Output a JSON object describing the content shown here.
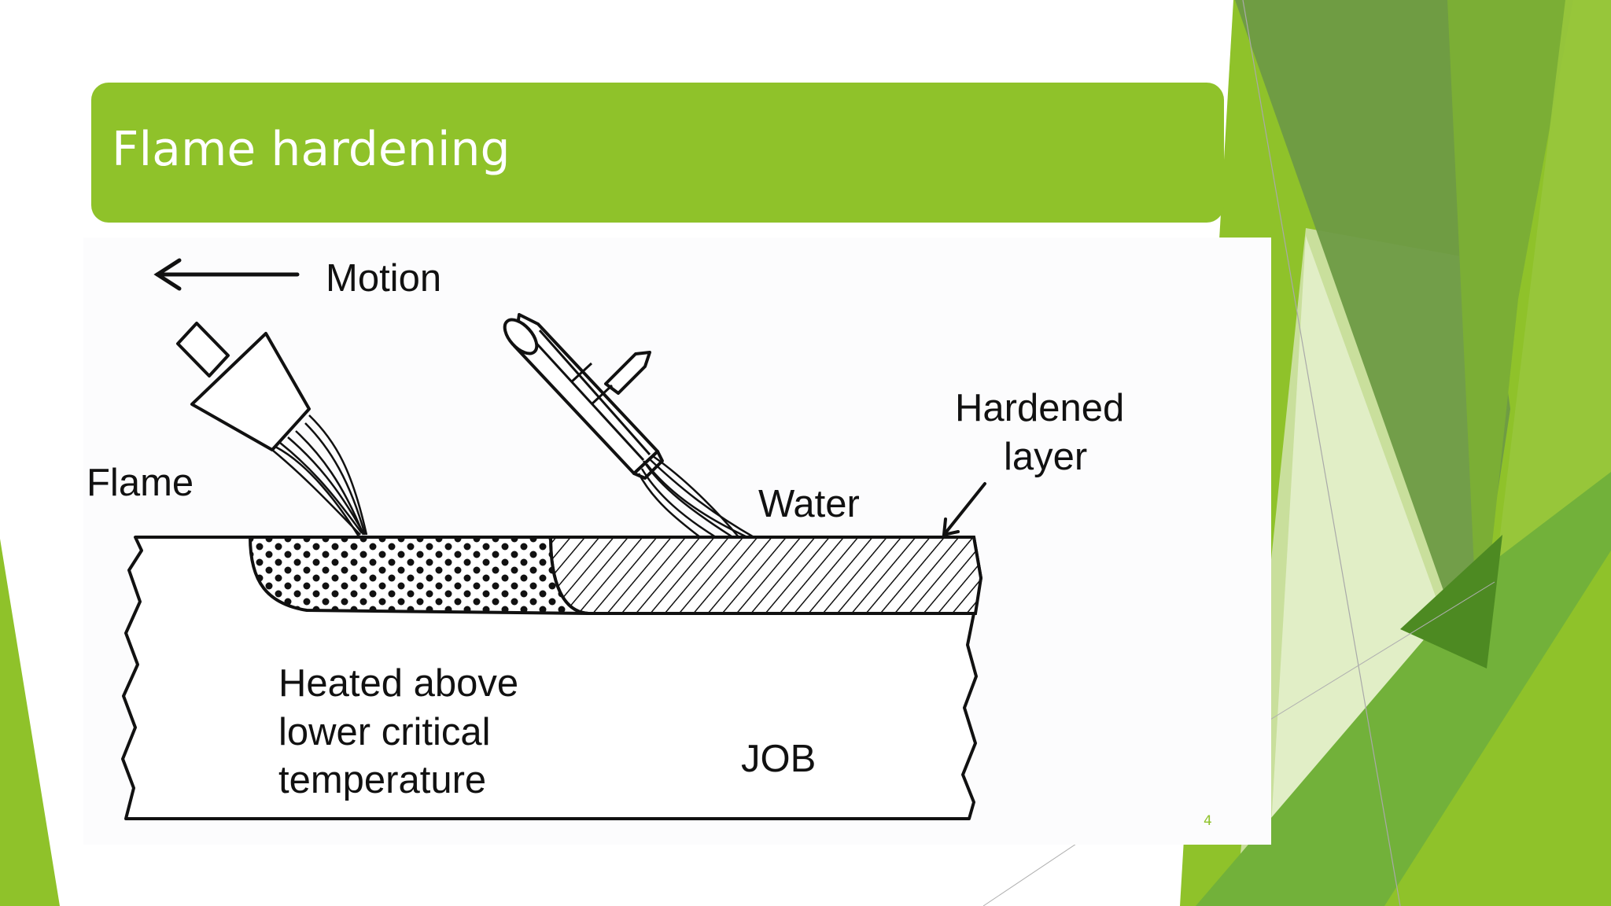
{
  "slide": {
    "title": "Flame hardening",
    "page_number": "4"
  },
  "diagram": {
    "labels": {
      "motion": "Motion",
      "flame": "Flame",
      "water": "Water",
      "hardened_layer": [
        "Hardened",
        "layer"
      ],
      "heated": [
        "Heated above",
        "lower critical",
        "temperature"
      ],
      "job": "JOB"
    }
  },
  "colors": {
    "accent": "#8fc22a",
    "title_text": "#ffffff",
    "dark_green": "#4e8a22",
    "mid_green": "#6b9c3e",
    "line": "#111111"
  }
}
